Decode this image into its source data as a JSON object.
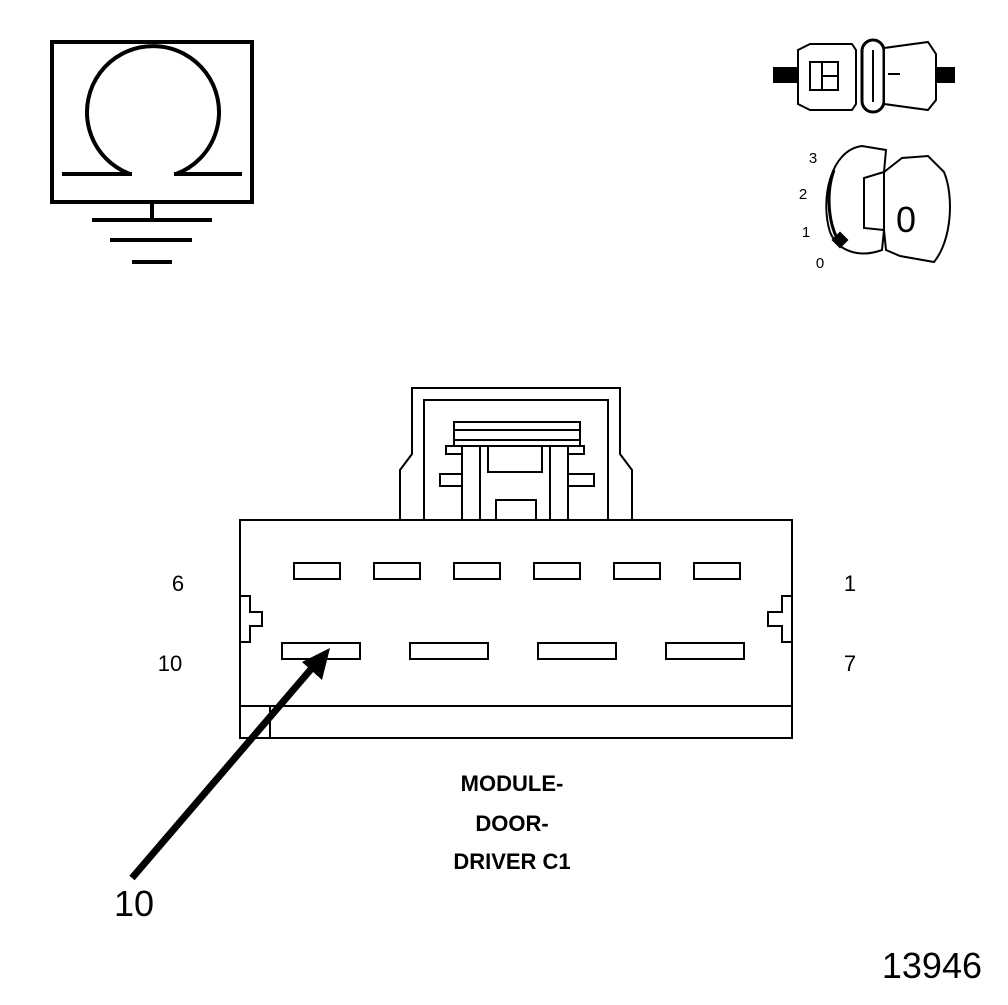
{
  "ohmmeter": {
    "icon": "ohm-symbol-meter-icon"
  },
  "connector_icon": {
    "icon": "disconnected-connector-icon"
  },
  "ignition_switch": {
    "icon": "ignition-key-icon",
    "positions": [
      "3",
      "2",
      "1",
      "0"
    ],
    "key_label": "0"
  },
  "connector": {
    "row1_left_label": "6",
    "row1_right_label": "1",
    "row2_left_label": "10",
    "row2_right_label": "7",
    "caption_line1": "MODULE-",
    "caption_line2": "DOOR-",
    "caption_line3": "DRIVER C1"
  },
  "callout": {
    "label": "10"
  },
  "figure_number": "13946"
}
